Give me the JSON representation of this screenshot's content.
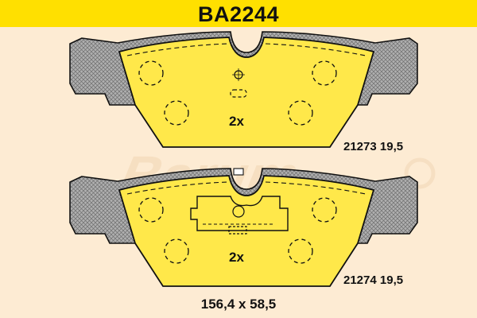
{
  "title": "BA2244",
  "watermark": "Barum",
  "pads": [
    {
      "quantity": "2x",
      "part_number": "21273 19,5"
    },
    {
      "quantity": "2x",
      "part_number": "21274 19,5"
    }
  ],
  "dimensions": "156,4 x 58,5",
  "colors": {
    "header": "#ffe000",
    "background": "#fdebd3",
    "pad_fill": "#ffe84a",
    "backing_plate": "#a8a8a8",
    "outline": "#111111"
  }
}
